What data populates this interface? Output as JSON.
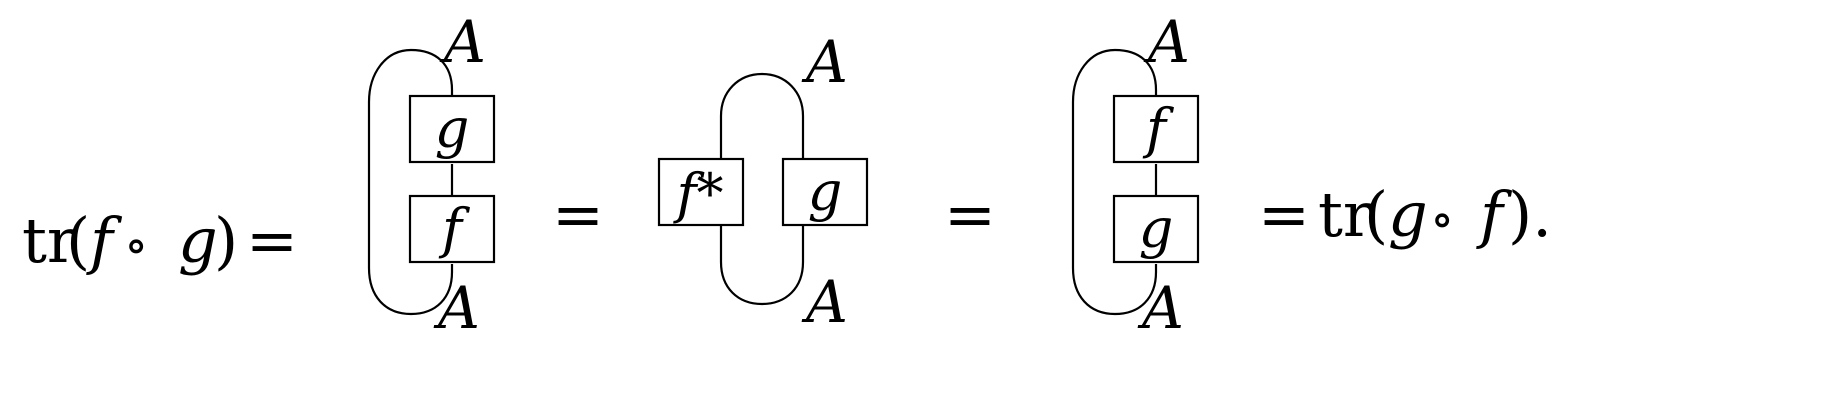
{
  "equation": {
    "lhs": {
      "op": "tr",
      "open": "(",
      "f": "f",
      "compose": "∘",
      "g": "g",
      "close": ")",
      "eq": "="
    },
    "eq_1": "=",
    "eq_2": "=",
    "rhs": {
      "eq": "=",
      "op": "tr",
      "open": "(",
      "g": "g",
      "compose": "∘",
      "f": "f",
      "close": ").",
      "period": ""
    }
  },
  "diagram_1": {
    "label_top": "A",
    "label_bottom": "A",
    "box_top": "g",
    "box_bottom": "f"
  },
  "diagram_2": {
    "label_top": "A",
    "label_bottom": "A",
    "box_left": "f*",
    "box_right": "g"
  },
  "diagram_3": {
    "label_top": "A",
    "label_bottom": "A",
    "box_top": "f",
    "box_bottom": "g"
  }
}
